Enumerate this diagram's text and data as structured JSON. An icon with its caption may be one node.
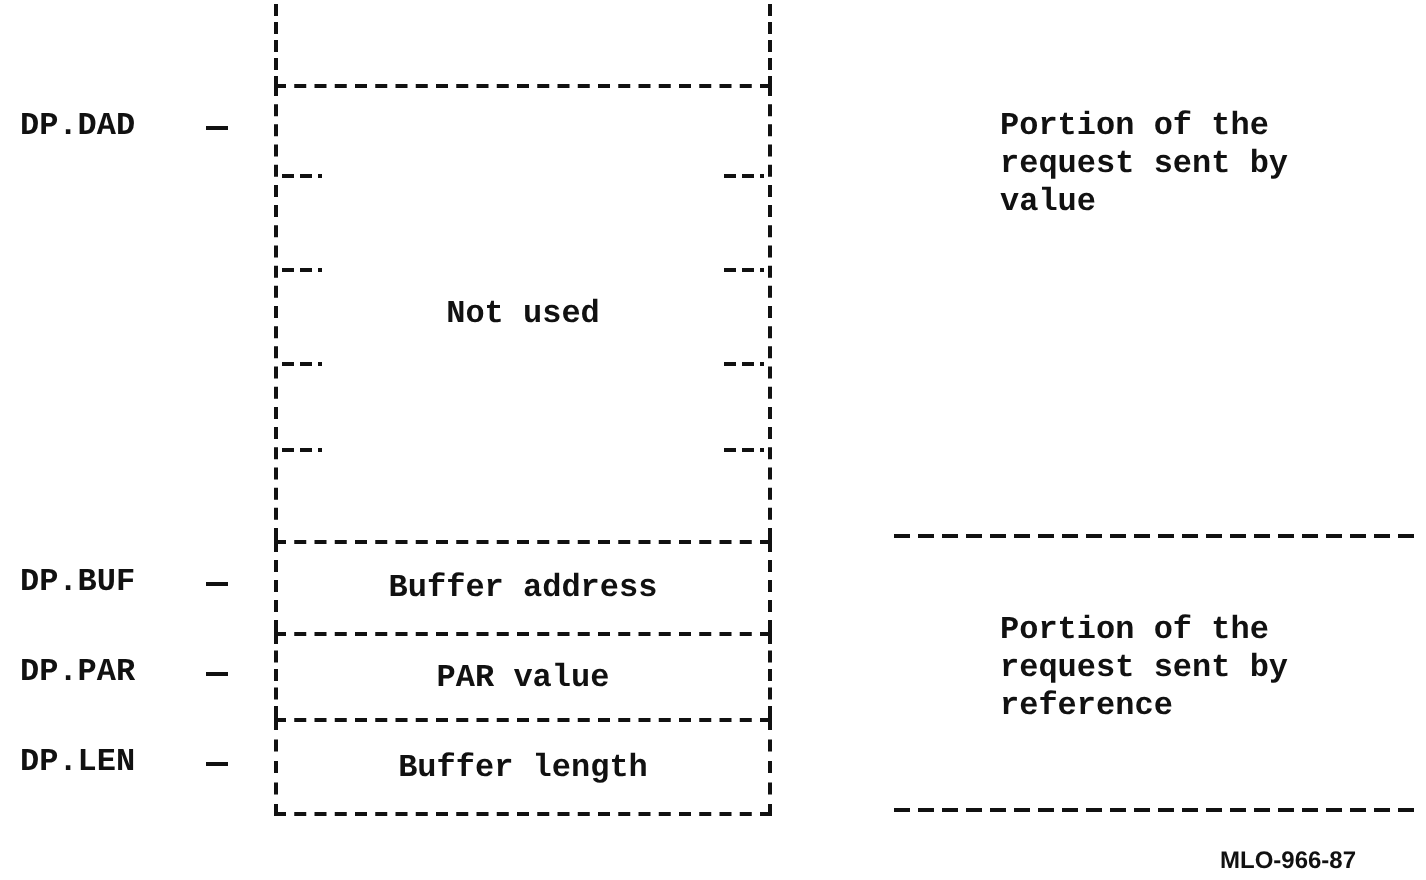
{
  "diagram": {
    "nodes": [
      {
        "text": [
          "Not used"
        ]
      },
      {
        "text": [
          "Buffer address"
        ]
      },
      {
        "text": [
          "PAR value"
        ]
      },
      {
        "text": [
          "Buffer length"
        ]
      }
    ],
    "labels": [
      "DP.DAD",
      "Portion of the request sent by value",
      "DP.BUF",
      "DP.PAR",
      "Portion of the request sent by reference",
      "DP.LEN",
      "MLO-966-87"
    ]
  }
}
